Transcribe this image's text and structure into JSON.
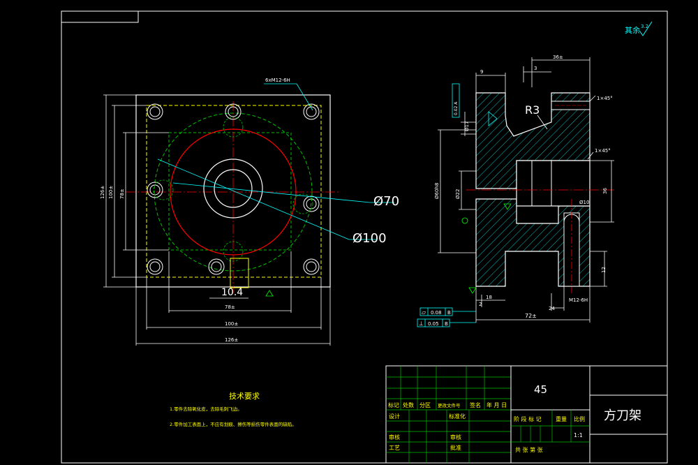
{
  "colors": {
    "background": "#000000",
    "frame": "#ffffff",
    "outline": "#ffffff",
    "hidden": "#ffff00",
    "center": "#ff0000",
    "green": "#00c000",
    "dim": "#00ffff",
    "hatch": "#00c0c0",
    "text_green": "#00ff00",
    "text_yellow": "#ffff00",
    "text_white": "#ffffff"
  },
  "surface_finish": {
    "label": "其余",
    "value": "3.2"
  },
  "front_view": {
    "dims": {
      "d70": "Ø70",
      "d100": "Ø100",
      "w104": "10.4",
      "w78": "78±",
      "w100": "100±",
      "w126": "126±",
      "h126": "126±",
      "h100": "100±",
      "h78": "78±",
      "callout": "6xM12-6H"
    }
  },
  "side_view": {
    "dims": {
      "r3": "R3",
      "c1": "1×45°",
      "c2": "1×45°",
      "top_w": "36±",
      "d3": "3",
      "d9": "9",
      "d18": "18",
      "d2": "2",
      "d24": "24",
      "d72": "72±",
      "h12": "12",
      "h36": "36",
      "m12": "M12-6H",
      "phi": "Ø10",
      "left_v": "Ø60h8",
      "left_v2": "Ø22",
      "left_v3": "Ø17",
      "tol_box": "0.02 A"
    },
    "tolerances": [
      {
        "sym": "▱",
        "val": "0.08",
        "ref": "B"
      },
      {
        "sym": "⊥",
        "val": "0.05",
        "ref": "B"
      }
    ]
  },
  "tech": {
    "heading": "技术要求",
    "line1": "1.零件去除氧化皮，去除毛刺飞边。",
    "line2": "2.零件加工表面上，不应有划痕、擦伤等损伤零件表面的缺陷。"
  },
  "title_block": {
    "material": "45",
    "name": "方刀架",
    "h_mark": "标记",
    "h_count": "处数",
    "h_zone": "分区",
    "h_doc": "更改文件号",
    "h_sign": "签名",
    "h_date": "年 月 日",
    "design": "设计",
    "std": "标准化",
    "check": "审核",
    "process": "工艺",
    "approve": "批准",
    "grade": "阶 段 标 记",
    "weight": "重量",
    "scale_h": "比例",
    "scale": "1:1",
    "review": "审核",
    "sheets": "共    张  第    张"
  }
}
